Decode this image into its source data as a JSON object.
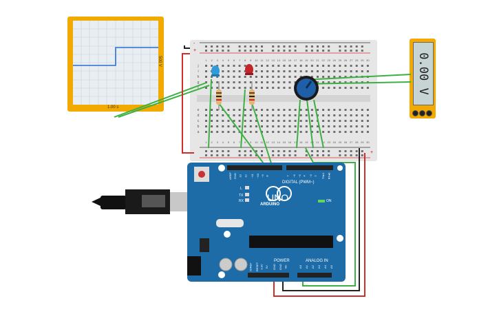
{
  "oscilloscope": {
    "time_label": "1.00 s",
    "volt_label": "500 V",
    "colors": {
      "frame": "#f2a900",
      "trace": "#2b6cd4",
      "screen": "#e8eef2"
    }
  },
  "multimeter": {
    "reading": "0.00 V",
    "colors": {
      "frame": "#f2a900",
      "screen": "#c6d4d4"
    }
  },
  "breadboard": {
    "rail_plus": "+",
    "rail_minus": "-",
    "row_letters_top": [
      "j",
      "i",
      "h",
      "g",
      "f"
    ],
    "row_letters_bottom": [
      "e",
      "d",
      "c",
      "b",
      "a"
    ],
    "column_numbers": [
      "1",
      "2",
      "3",
      "4",
      "5",
      "6",
      "7",
      "8",
      "9",
      "10",
      "11",
      "12",
      "13",
      "14",
      "15",
      "16",
      "17",
      "18",
      "19",
      "20",
      "21",
      "22",
      "23",
      "24",
      "25",
      "26",
      "27",
      "28",
      "29",
      "30"
    ]
  },
  "components": {
    "led_blue_color": "#2f9bd8",
    "led_red_color": "#c0262a",
    "wire_color": "#3cb043",
    "power_wire_color": "#d12b2b",
    "ground_wire_color": "#222222",
    "potentiometer_color": "#1f5fa8"
  },
  "arduino": {
    "brand": "UNO",
    "logo_text": "ARDUINO",
    "digital_label": "DIGITAL (PWM~)",
    "power_label": "POWER",
    "analog_label": "ANALOG IN",
    "on_label": "ON",
    "l_label": "L",
    "tx_label": "TX",
    "rx_label": "RX",
    "aref_label": "AREF",
    "gnd_label": "GND",
    "digital_pins": [
      "13",
      "12",
      "~11",
      "~10",
      "~9",
      "8",
      "7",
      "~6",
      "~5",
      "4",
      "~3",
      "2",
      "TX▸1",
      "RX◂0"
    ],
    "power_pins": [
      "IOREF",
      "RESET",
      "3.3V",
      "5V",
      "GND",
      "GND",
      "Vin"
    ],
    "analog_pins": [
      "A0",
      "A1",
      "A2",
      "A3",
      "A4",
      "A5"
    ],
    "colors": {
      "board": "#1d6ca8"
    }
  }
}
